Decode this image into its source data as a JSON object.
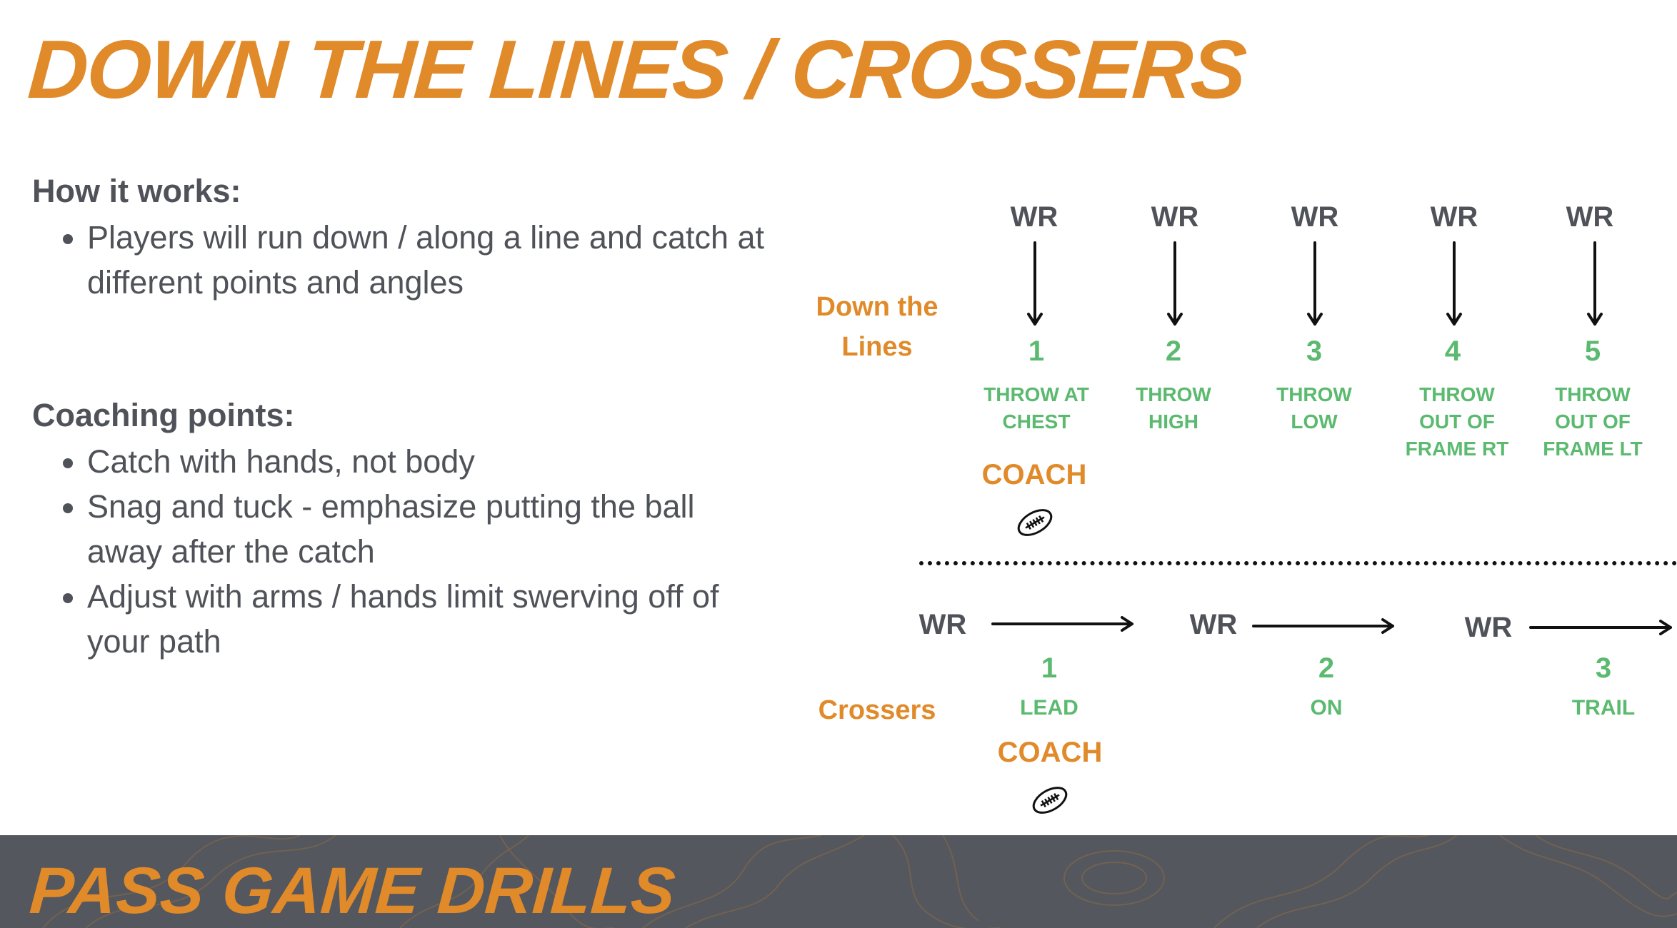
{
  "title": "DOWN THE LINES / CROSSERS",
  "colors": {
    "accent": "#e08a2a",
    "green": "#5bba6f",
    "text": "#4f5258",
    "footer_bg": "#54575d"
  },
  "how_it_works": {
    "heading": "How it works:",
    "bullets": [
      "Players will run down / along a line and catch at different points and angles"
    ]
  },
  "coaching_points": {
    "heading": "Coaching points:",
    "bullets": [
      "Catch with hands, not body",
      "Snag and tuck - emphasize putting the ball away after the catch",
      "Adjust with arms / hands limit swerving off of your path"
    ]
  },
  "down_the_lines": {
    "label": "Down the Lines",
    "coach": "COACH",
    "ball_icon": "football-icon",
    "receivers": [
      {
        "wr": "WR",
        "number": "1",
        "instruction": "THROW AT CHEST"
      },
      {
        "wr": "WR",
        "number": "2",
        "instruction": "THROW HIGH"
      },
      {
        "wr": "WR",
        "number": "3",
        "instruction": "THROW LOW"
      },
      {
        "wr": "WR",
        "number": "4",
        "instruction": "THROW OUT OF FRAME RT"
      },
      {
        "wr": "WR",
        "number": "5",
        "instruction": "THROW OUT OF FRAME LT"
      }
    ]
  },
  "crossers": {
    "label": "Crossers",
    "coach": "COACH",
    "ball_icon": "football-icon",
    "receivers": [
      {
        "wr": "WR",
        "number": "1",
        "instruction": "LEAD"
      },
      {
        "wr": "WR",
        "number": "2",
        "instruction": "ON"
      },
      {
        "wr": "WR",
        "number": "3",
        "instruction": "TRAIL"
      }
    ]
  },
  "footer": {
    "title": "PASS GAME DRILLS"
  }
}
